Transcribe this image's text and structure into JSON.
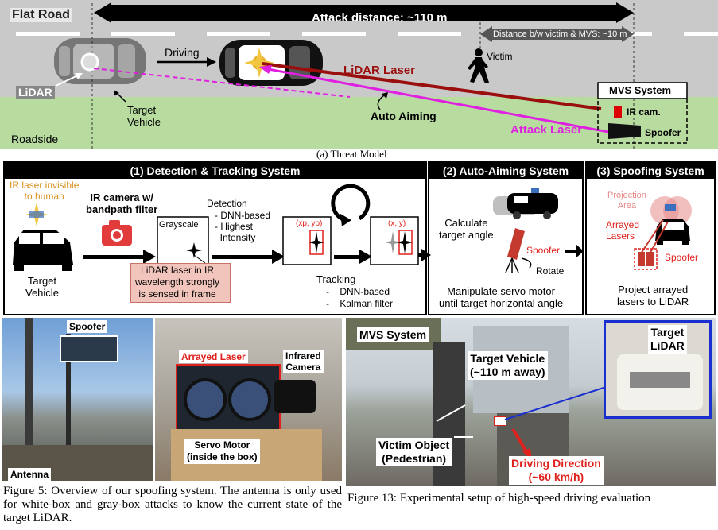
{
  "threat_model": {
    "flat_road": "Flat Road",
    "roadside": "Roadside",
    "attack_distance": "Attack distance: ~110 m",
    "victim_distance": "Distance b/w victim & MVS: ~10 m",
    "victim": "Victim",
    "driving": "Driving",
    "lidar": "LiDAR",
    "target_vehicle": "Target\nVehicle",
    "lidar_laser": "LiDAR Laser",
    "auto_aiming": "Auto Aiming",
    "attack_laser": "Attack Laser",
    "mvs_system": "MVS System",
    "ir_cam": "IR cam.",
    "spoofer": "Spoofer",
    "caption": "(a)  Threat Model"
  },
  "detection_panel": {
    "title": "(1) Detection & Tracking System",
    "ir_laser_note": "IR laser invisible\nto human",
    "ir_camera": "IR camera w/\nbandpath filter",
    "target_vehicle": "Target\nVehicle",
    "grayscale": "Grayscale",
    "detection_title": "Detection",
    "detection_items": [
      "- DNN-based",
      "- Highest\n  Intensity"
    ],
    "lidar_note": "LiDAR laser in IR\nwavelength strongly\nis sensed in frame",
    "coord_p": "(xp, yp)",
    "coord_xy": "(x, y)",
    "tracking_title": "Tracking",
    "tracking_items": [
      "-    DNN-based",
      "-    Kalman filter"
    ]
  },
  "aiming_panel": {
    "title": "(2) Auto-Aiming System",
    "calc": "Calculate\ntarget angle",
    "spoofer": "Spoofer",
    "rotate": "Rotate",
    "manipulate": "Manipulate servo motor\nuntil target horizontal angle"
  },
  "spoofing_panel": {
    "title": "(3) Spoofing System",
    "projection_area": "Projection\nArea",
    "arrayed_lasers": "Arrayed\nLasers",
    "spoofer": "Spoofer",
    "project": "Project arrayed\nlasers to LiDAR"
  },
  "photo_left": {
    "spoofer": "Spoofer",
    "arrayed_laser": "Arrayed Laser",
    "infrared_camera": "Infrared\nCamera",
    "servo_motor": "Servo Motor\n(inside the box)",
    "antenna": "Antenna"
  },
  "photo_right": {
    "mvs_system": "MVS System",
    "target_vehicle": "Target Vehicle\n(~110 m away)",
    "target_lidar": "Target\nLiDAR",
    "victim_object": "Victim Object\n(Pedestrian)",
    "driving_direction": "Driving Direction\n(~60 km/h)"
  },
  "captions": {
    "figure5": "Figure 5: Overview of our spoofing system. The antenna is only used for white-box and gray-box attacks to know the current state of the target LiDAR.",
    "figure13": "Figure 13: Experimental setup of high-speed driving evaluation"
  },
  "colors": {
    "lidar_laser": "#9b0e0e",
    "attack_laser": "#e020e0",
    "highlight_red": "#e0201c",
    "highlight_blue": "#1a2fd0",
    "note_fill": "#f2c5bc",
    "ir_note_orange": "#d9901a",
    "projection_pink": "#e88a8a"
  }
}
